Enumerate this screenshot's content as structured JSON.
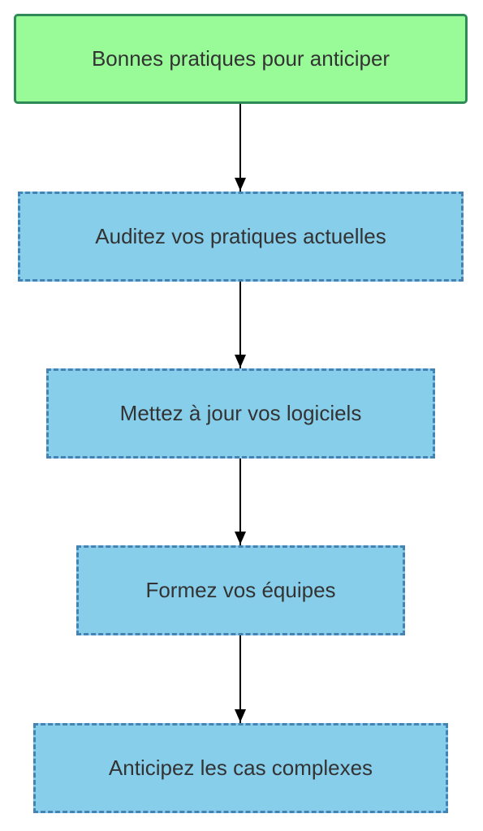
{
  "diagram": {
    "root": {
      "label": "Bonnes pratiques pour anticiper",
      "fill": "#98fb98",
      "stroke": "#2e8b57"
    },
    "steps": [
      {
        "label": "Auditez vos pratiques actuelles"
      },
      {
        "label": "Mettez à jour vos logiciels"
      },
      {
        "label": "Formez vos équipes"
      },
      {
        "label": "Anticipez les cas complexes"
      }
    ],
    "step_style": {
      "fill": "#87ceeb",
      "stroke": "#4682b4",
      "border": "dashed"
    },
    "edges": [
      {
        "from": "root",
        "to": "step-0"
      },
      {
        "from": "step-0",
        "to": "step-1"
      },
      {
        "from": "step-1",
        "to": "step-2"
      },
      {
        "from": "step-2",
        "to": "step-3"
      }
    ],
    "edge_color": "#000000"
  }
}
